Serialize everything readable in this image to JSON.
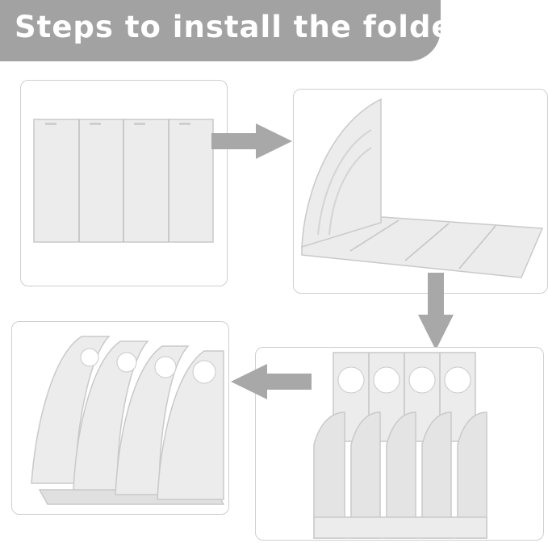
{
  "header": {
    "title": "Steps to install the folder"
  },
  "colors": {
    "banner": "#a2a2a2",
    "title_text": "#ffffff",
    "panel_border": "#cfcfcf",
    "arrow": "#a8a8a8",
    "plastic": "#ececec",
    "plastic_edge": "#c9c9c9",
    "plastic_shadow": "#dadada"
  },
  "icons": [
    "arrow-right-icon",
    "arrow-down-icon",
    "arrow-left-icon"
  ],
  "steps": [
    {
      "name": "flat-board"
    },
    {
      "name": "base-with-side"
    },
    {
      "name": "dividers-inserted"
    },
    {
      "name": "assembled-folder"
    }
  ]
}
